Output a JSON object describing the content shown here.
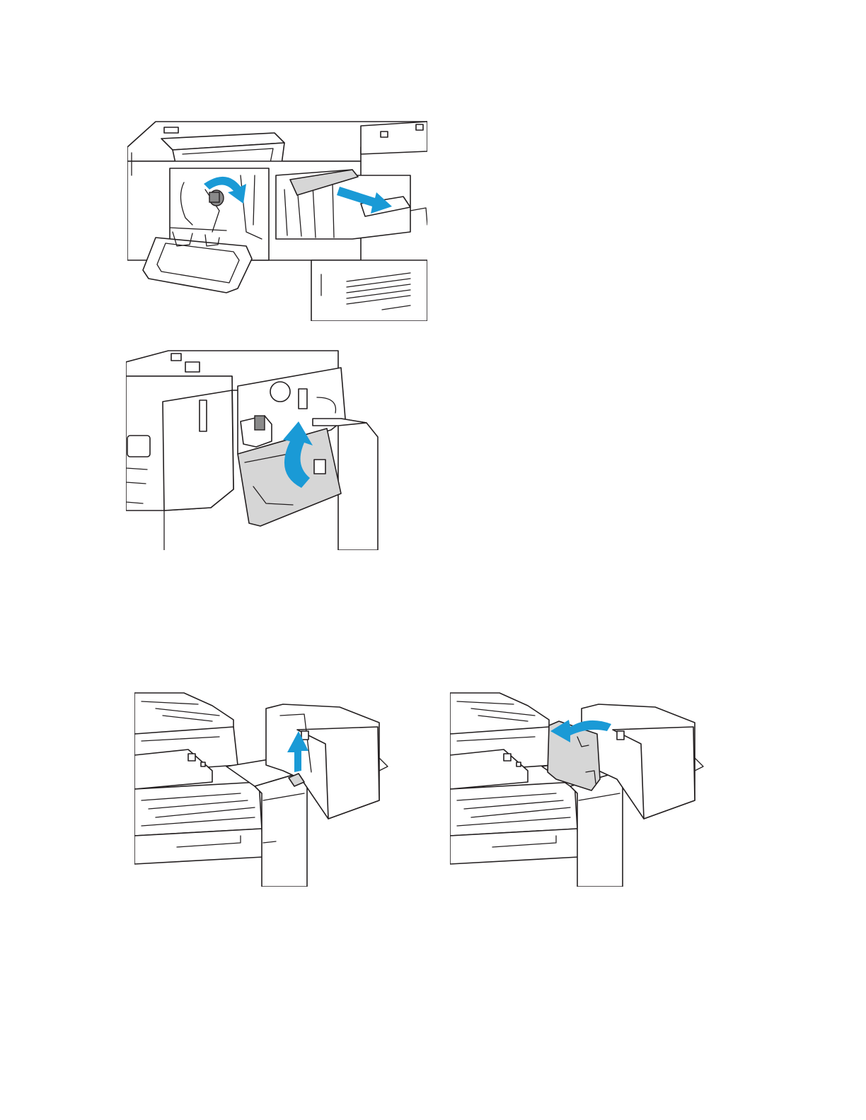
{
  "page": {
    "background": "#ffffff",
    "accent_arrow_color": "#1a9ad6",
    "part_highlight_color": "#d6d6d6"
  },
  "figures": [
    {
      "id": "fig1",
      "icons": [
        "rotate-knob-arrow-icon",
        "pull-paper-arrow-icon"
      ]
    },
    {
      "id": "fig2",
      "icons": [
        "close-door-arrow-icon"
      ]
    },
    {
      "id": "fig3",
      "icons": [
        "lift-lever-arrow-icon"
      ]
    },
    {
      "id": "fig4",
      "icons": [
        "swing-guide-arrow-icon"
      ]
    }
  ]
}
